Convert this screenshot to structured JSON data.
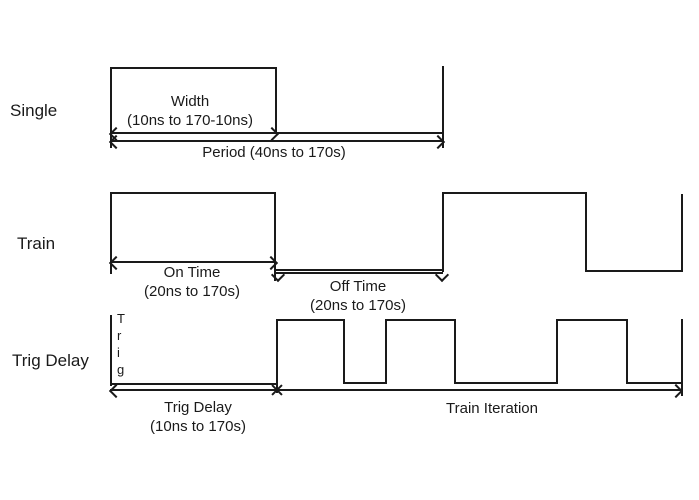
{
  "colors": {
    "background": "#ffffff",
    "line": "#1a1a1a",
    "text": "#1a1a1a"
  },
  "single": {
    "label": "Single",
    "width_label": "Width",
    "width_range": "(10ns to 170-10ns)",
    "period_label": "Period (40ns to 170s)"
  },
  "train": {
    "label": "Train",
    "on_time_label": "On Time",
    "on_time_range": "(20ns to 170s)",
    "off_time_label": "Off Time",
    "off_time_range": "(20ns to 170s)"
  },
  "trig": {
    "label": "Trig Delay",
    "axis_label_vertical": "T\nr\ni\ng",
    "delay_label": "Trig Delay",
    "delay_range": "(10ns to 170s)",
    "iteration_label": "Train Iteration"
  }
}
